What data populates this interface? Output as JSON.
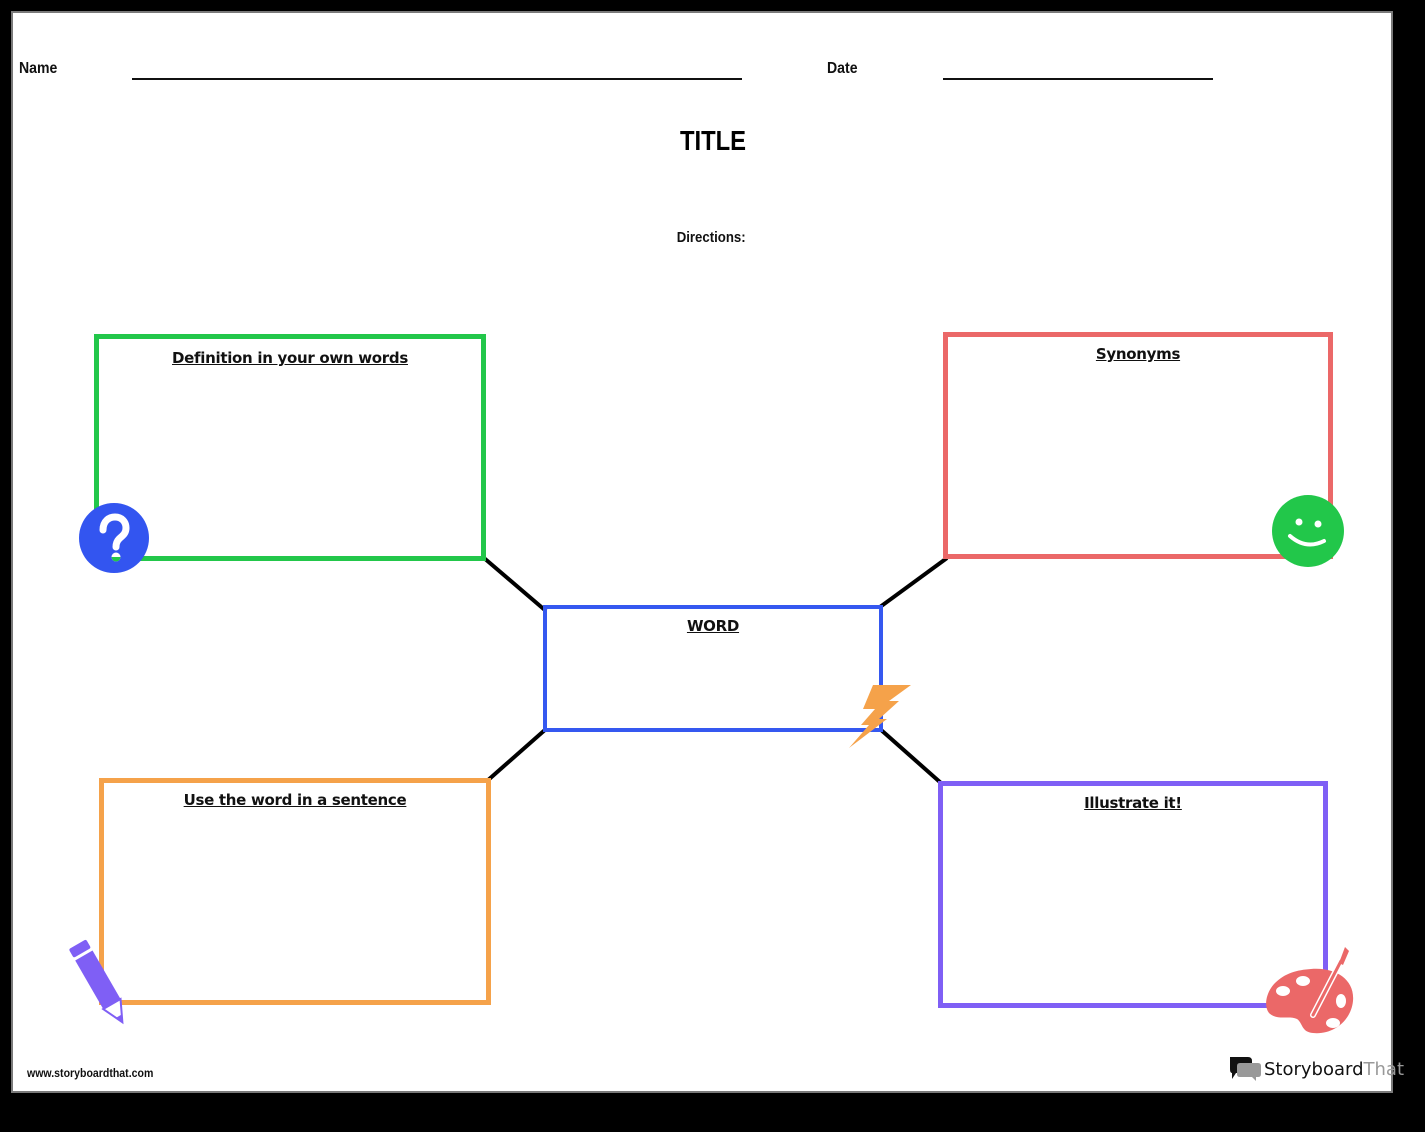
{
  "header": {
    "name_label": "Name",
    "date_label": "Date",
    "title": "TITLE",
    "directions_label": "Directions:"
  },
  "boxes": {
    "definition": {
      "label": "Definition in your own words",
      "color": "#22c74a",
      "icon": "question-circle-icon",
      "icon_color": "#3355f0"
    },
    "synonyms": {
      "label": "Synonyms",
      "color": "#eb6868",
      "icon": "smiley-face-icon",
      "icon_color": "#22c74a"
    },
    "word": {
      "label": "WORD",
      "color": "#3558f0",
      "icon": "lightning-bolt-icon",
      "icon_color": "#f5a24a"
    },
    "sentence": {
      "label": "Use the word in a sentence",
      "color": "#f5a24a",
      "icon": "pencil-icon",
      "icon_color": "#7f5ff5"
    },
    "illustrate": {
      "label": "Illustrate it!",
      "color": "#7f5ff5",
      "icon": "paint-palette-icon",
      "icon_color": "#eb6868"
    }
  },
  "footer": {
    "url": "www.storyboardthat.com",
    "brand_primary": "Storyboard",
    "brand_secondary": "That"
  }
}
